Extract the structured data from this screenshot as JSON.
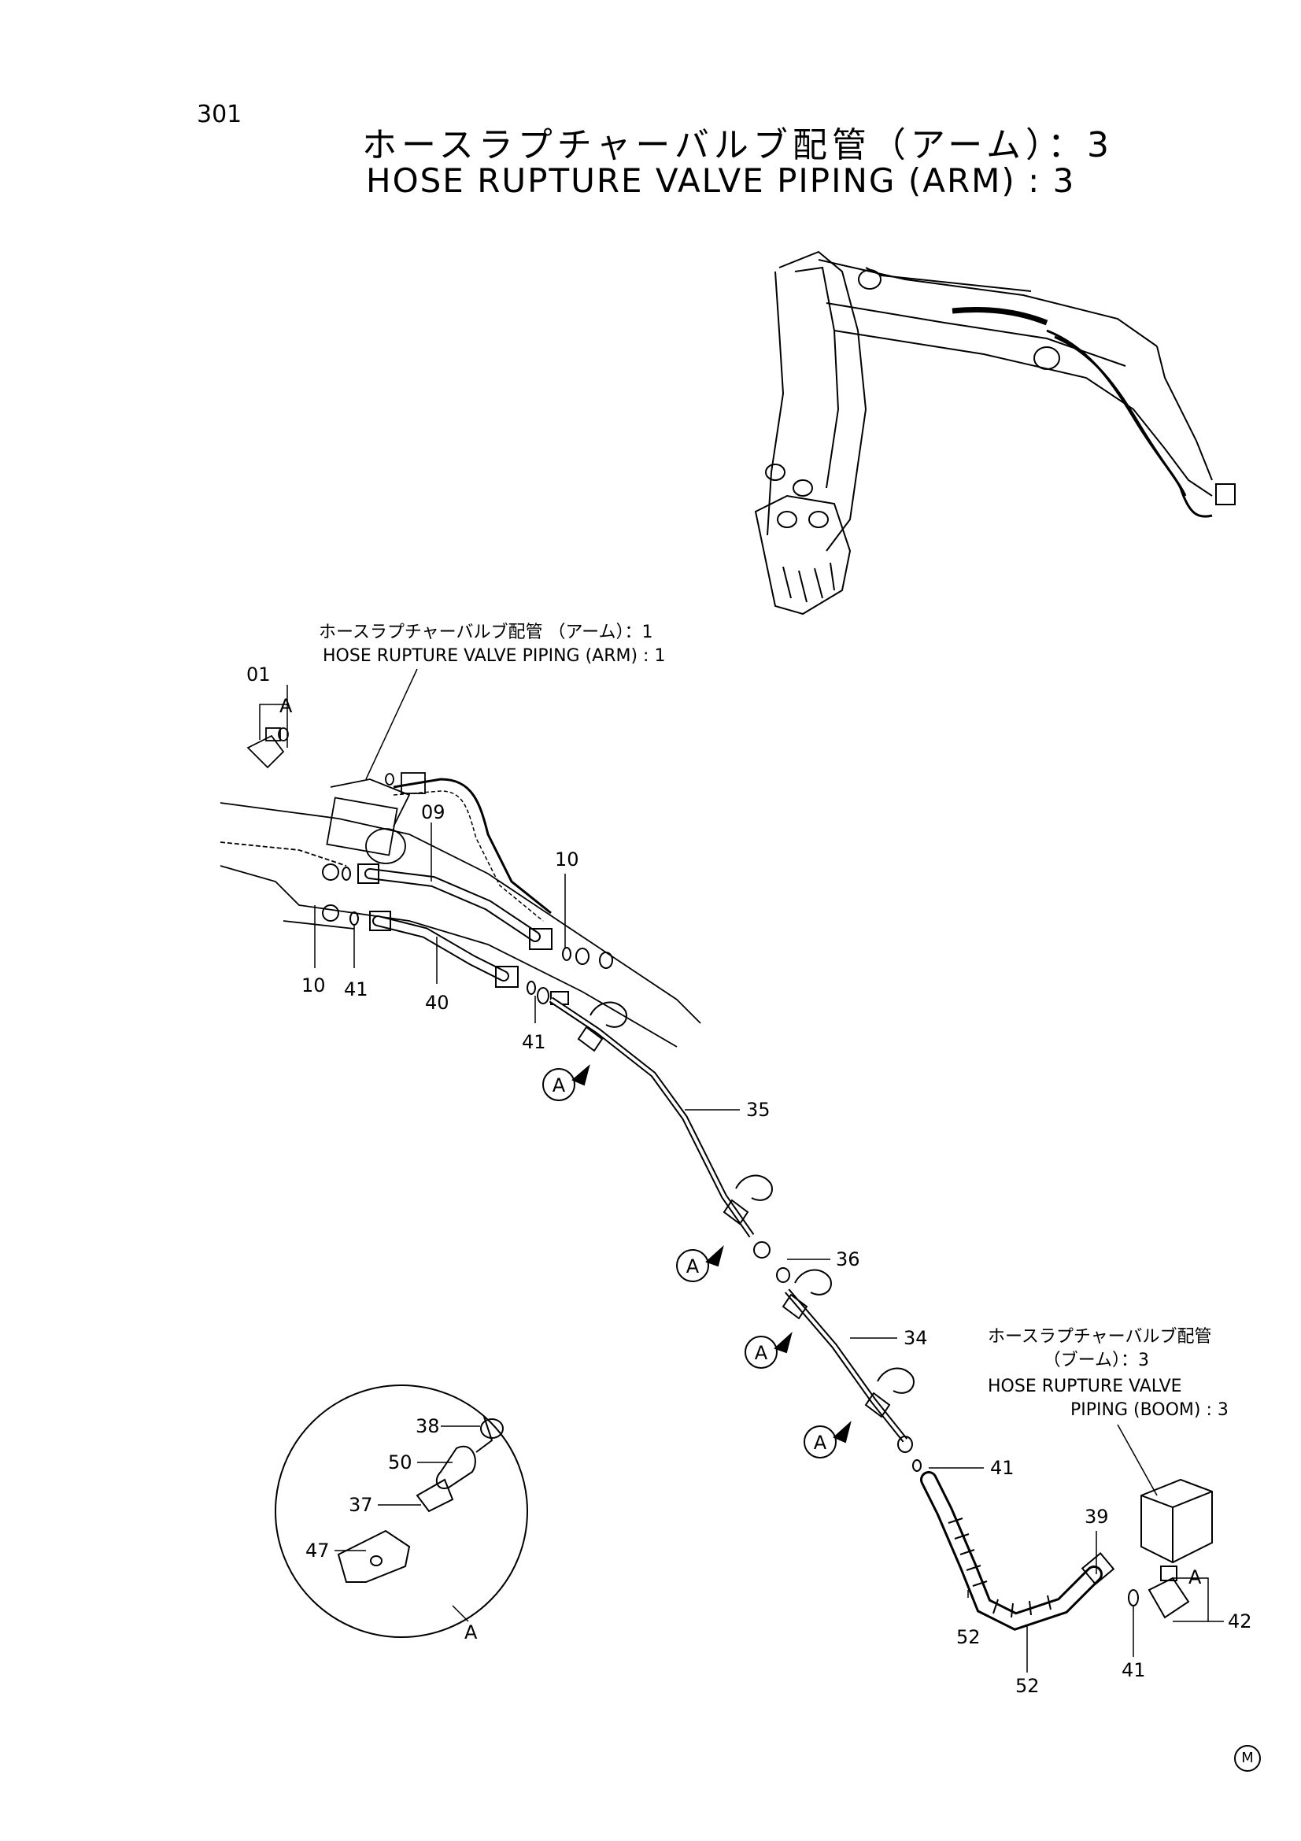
{
  "page": {
    "number": "301",
    "title_jp": "ホースラプチャーバルブ配管（アーム）：3",
    "title_en": "HOSE RUPTURE VALVE PIPING (ARM) : 3",
    "mark": "M"
  },
  "references": {
    "arm1_jp": "ホースラプチャーバルブ配管 （アーム）：1",
    "arm1_en": "HOSE RUPTURE VALVE PIPING (ARM) : 1",
    "boom3_jp_1": "ホースラプチャーバルブ配管",
    "boom3_jp_2": "（ブーム）：3",
    "boom3_en_1": "HOSE RUPTURE VALVE",
    "boom3_en_2": "PIPING (BOOM) : 3"
  },
  "callouts": {
    "p01": "01",
    "p09": "09",
    "p10a": "10",
    "p10b": "10",
    "p41a": "41",
    "p40": "40",
    "p41b": "41",
    "p35": "35",
    "p36": "36",
    "p34": "34",
    "p41c": "41",
    "p39": "39",
    "p42": "42",
    "p52a": "52",
    "p52b": "52",
    "p41d": "41",
    "p38": "38",
    "p50": "50",
    "p37": "37",
    "p47": "47"
  },
  "markers": {
    "detail_letter": "A",
    "a1": "A",
    "a2": "A",
    "a3": "A",
    "a4": "A",
    "a5": "A",
    "a6": "A"
  }
}
